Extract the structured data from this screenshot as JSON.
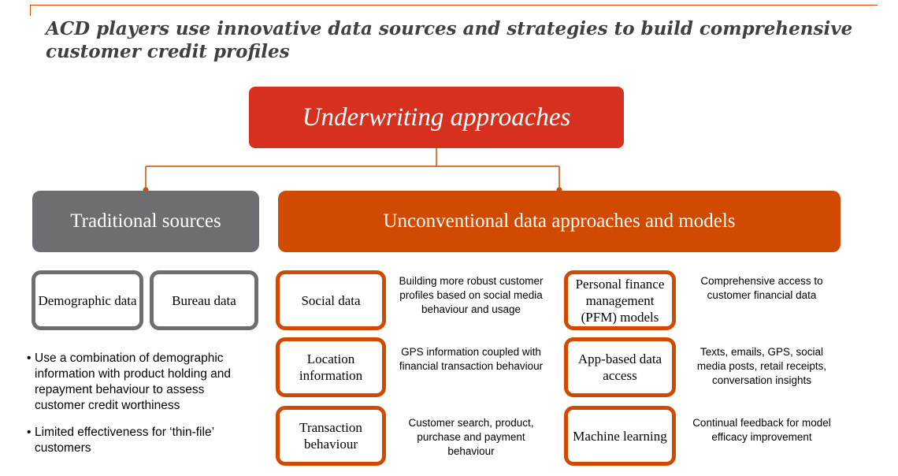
{
  "title": "ACD players use innovative data sources and strategies to build comprehensive customer credit profiles",
  "header": "Underwriting approaches",
  "traditional": {
    "label": "Traditional sources",
    "cards": [
      "Demographic data",
      "Bureau data"
    ],
    "bullets": [
      "Use a combination of demographic information with product holding and repayment behaviour to assess customer credit worthiness",
      "Limited effectiveness for ‘thin-file’ customers"
    ]
  },
  "unconventional": {
    "label": "Unconventional data approaches and models",
    "items": [
      {
        "card": "Social data",
        "desc": "Building more robust customer profiles based on social media behaviour and usage"
      },
      {
        "card": "Location information",
        "desc": "GPS information coupled with financial transaction behaviour"
      },
      {
        "card": "Transaction behaviour",
        "desc": "Customer search, product, purchase and payment behaviour"
      },
      {
        "card": "Personal finance management (PFM) models",
        "desc": "Comprehensive access to customer financial data"
      },
      {
        "card": "App-based data access",
        "desc": "Texts, emails, GPS, social media posts, retail receipts, conversation insights"
      },
      {
        "card": "Machine learning",
        "desc": "Continual feedback for model efficacy improvement"
      }
    ]
  },
  "colors": {
    "accent": "#d04a02",
    "header_red": "#d8301e",
    "gray": "#6d6e71",
    "title_text": "#404040"
  }
}
